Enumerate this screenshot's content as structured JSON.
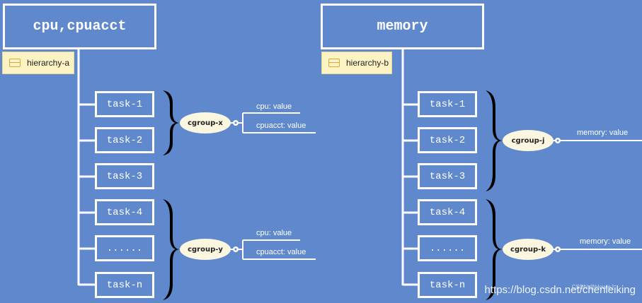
{
  "left": {
    "title": "cpu,cpuacct",
    "hierarchy_label": "hierarchy-a",
    "tasks": [
      "task-1",
      "task-2",
      "task-3",
      "task-4",
      "......",
      "task-n"
    ],
    "cgroups": [
      {
        "name": "cgroup-x",
        "values": [
          "cpu: value",
          "cpuacct: value"
        ]
      },
      {
        "name": "cgroup-y",
        "values": [
          "cpu: value",
          "cpuacct: value"
        ]
      }
    ]
  },
  "right": {
    "title": "memory",
    "hierarchy_label": "hierarchy-b",
    "tasks": [
      "task-1",
      "task-2",
      "task-3",
      "task-4",
      "......",
      "task-n"
    ],
    "cgroups": [
      {
        "name": "cgroup-j",
        "values": [
          "memory: value"
        ]
      },
      {
        "name": "cgroup-k",
        "values": [
          "memory: value"
        ]
      }
    ]
  },
  "watermark": "https://blog.csdn.net/chenleiking",
  "watermark_small": "CSDN @HowieJ",
  "colors": {
    "background": "#5f89cc",
    "line": "#ffffff",
    "note": "#fbf3c4",
    "cgroup": "#fbf6e0"
  }
}
